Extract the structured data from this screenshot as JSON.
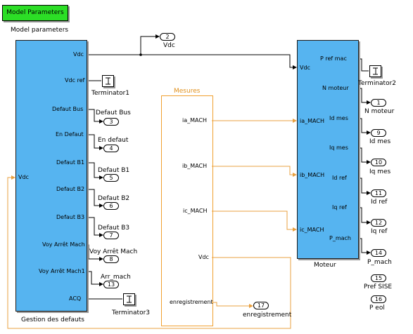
{
  "model_parameters": {
    "button_label": "Model Parameters",
    "caption": "Model parameters"
  },
  "gestion": {
    "name": "Gestion des defauts",
    "outputs": [
      "Vdc",
      "Vdc ref",
      "Defaut Bus",
      "En Defaut",
      "Defaut B1",
      "Defaut B2",
      "Defaut B3",
      "Voy Arrêt Mach",
      "Voy Arrêt Mach1",
      "ACQ"
    ],
    "inputs": [
      "Vdc"
    ]
  },
  "mesures": {
    "title": "Mesures",
    "outputs": [
      "ia_MACH",
      "ib_MACH",
      "ic_MACH",
      "Vdc",
      "enregistrement"
    ]
  },
  "moteur": {
    "name": "Moteur",
    "inputs": [
      "Vdc",
      "ia_MACH",
      "ib_MACH",
      "ic_MACH"
    ],
    "outputs": [
      "P ref mac",
      "N moteur",
      "Id mes",
      "Iq mes",
      "Id ref",
      "Iq ref",
      "P_mach"
    ]
  },
  "outports": [
    {
      "num": "2",
      "name": "Vdc"
    },
    {
      "num": "3",
      "name": "Defaut Bus"
    },
    {
      "num": "4",
      "name": "En defaut"
    },
    {
      "num": "5",
      "name": "Defaut B1"
    },
    {
      "num": "6",
      "name": "Defaut B2"
    },
    {
      "num": "7",
      "name": "Defaut B3"
    },
    {
      "num": "8",
      "name": "Voy Arrêt Mach"
    },
    {
      "num": "13",
      "name": "Arr_mach"
    },
    {
      "num": "1",
      "name": "N moteur"
    },
    {
      "num": "9",
      "name": "Id mes"
    },
    {
      "num": "10",
      "name": "Iq mes"
    },
    {
      "num": "11",
      "name": "Id ref"
    },
    {
      "num": "12",
      "name": "Iq ref"
    },
    {
      "num": "14",
      "name": "P_mach"
    },
    {
      "num": "15",
      "name": "Pref SISE"
    },
    {
      "num": "16",
      "name": "P eol"
    },
    {
      "num": "17",
      "name": "enregistrement"
    }
  ],
  "terminators": [
    "Terminator1",
    "Terminator2",
    "Terminator3"
  ],
  "colors": {
    "subsystem": "#56b4f0",
    "params_block": "#2cde26",
    "mesures": "#f0a030",
    "orange_wire": "#e8a040"
  }
}
